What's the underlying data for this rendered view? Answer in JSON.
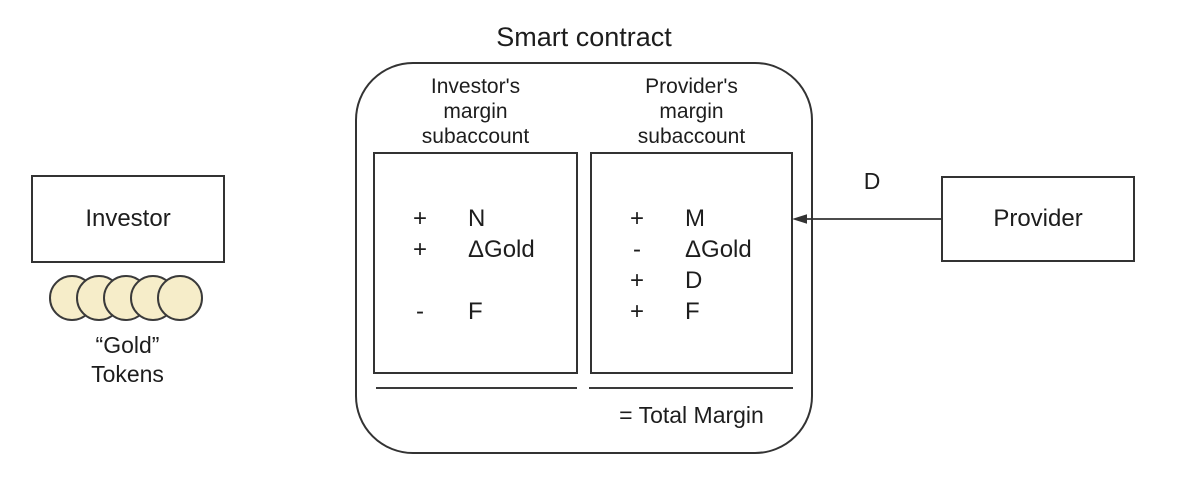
{
  "diagram": {
    "title": "Smart contract",
    "stroke_color": "#333333",
    "actors": {
      "investor": {
        "label": "Investor"
      },
      "provider": {
        "label": "Provider"
      }
    },
    "tokens": {
      "count": 5,
      "fill_color": "#F6EDC9",
      "stroke_color": "#3a3a3a",
      "label_line1": "“Gold”",
      "label_line2": "Tokens"
    },
    "transfer_arrow": {
      "label": "D"
    },
    "investor_subaccount": {
      "header_lines": [
        "Investor's",
        "margin",
        "subaccount"
      ],
      "entries": [
        {
          "sign": "+",
          "value": "N"
        },
        {
          "sign": "+",
          "value": "ΔGold"
        },
        {
          "sign": "",
          "value": ""
        },
        {
          "sign": "-",
          "value": "F"
        }
      ]
    },
    "provider_subaccount": {
      "header_lines": [
        "Provider's",
        "margin",
        "subaccount"
      ],
      "entries": [
        {
          "sign": "+",
          "value": "M"
        },
        {
          "sign": "-",
          "value": "ΔGold"
        },
        {
          "sign": "+",
          "value": "D"
        },
        {
          "sign": "+",
          "value": "F"
        }
      ]
    },
    "total_label": "= Total Margin"
  }
}
